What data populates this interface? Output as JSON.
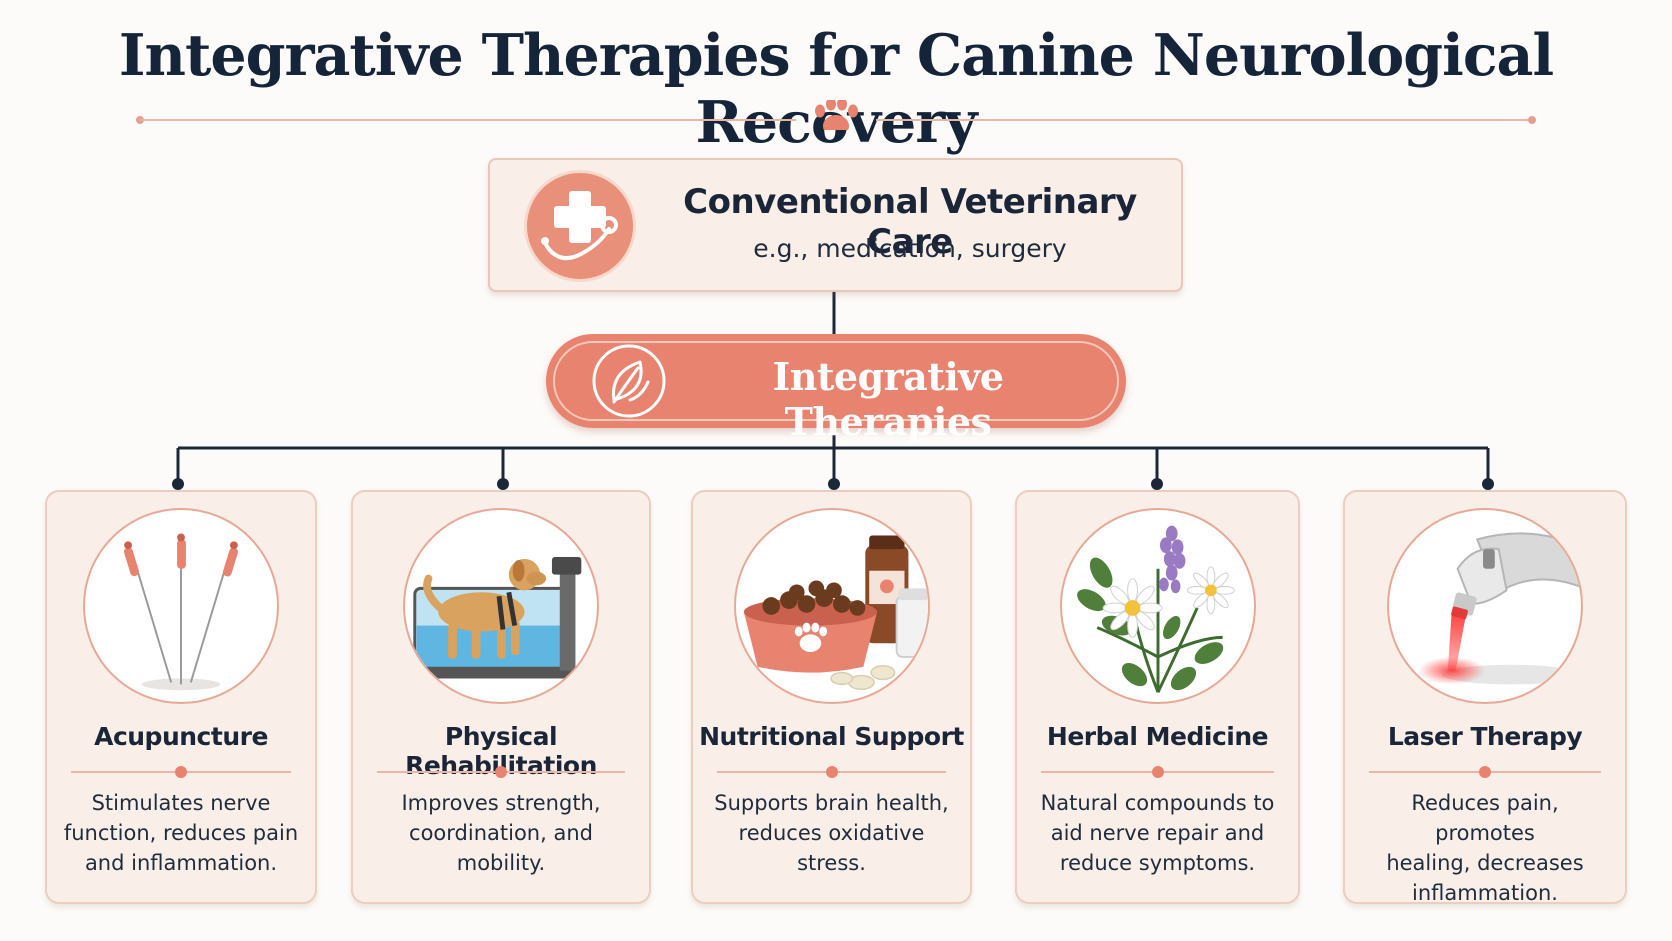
{
  "title": "Integrative Therapies for Canine Neurological Recovery",
  "colors": {
    "accent": "#e8836f",
    "navy": "#16243a",
    "card_bg": "#faeee8"
  },
  "conventional": {
    "title": "Conventional Veterinary Care",
    "subtitle": "e.g., medication, surgery",
    "icon": "medical-cross-stethoscope-icon"
  },
  "integrative": {
    "label": "Integrative Therapies",
    "icon": "leaf-icon"
  },
  "therapies": [
    {
      "title": "Acupuncture",
      "icon": "acupuncture-needles-icon",
      "desc": [
        "Stimulates nerve",
        "function, reduces pain",
        "and inflammation."
      ]
    },
    {
      "title": "Physical Rehabilitation",
      "icon": "dog-treadmill-icon",
      "desc": [
        "Improves strength,",
        "coordination, and",
        "mobility."
      ]
    },
    {
      "title": "Nutritional Support",
      "icon": "food-bowl-supplements-icon",
      "desc": [
        "Supports brain health,",
        "reduces oxidative",
        "stress."
      ]
    },
    {
      "title": "Herbal Medicine",
      "icon": "herbs-flowers-icon",
      "desc": [
        "Natural compounds to",
        "aid nerve repair and",
        "reduce symptoms."
      ]
    },
    {
      "title": "Laser Therapy",
      "icon": "laser-device-icon",
      "desc": [
        "Reduces pain, promotes",
        "healing, decreases",
        "inflammation."
      ]
    }
  ]
}
